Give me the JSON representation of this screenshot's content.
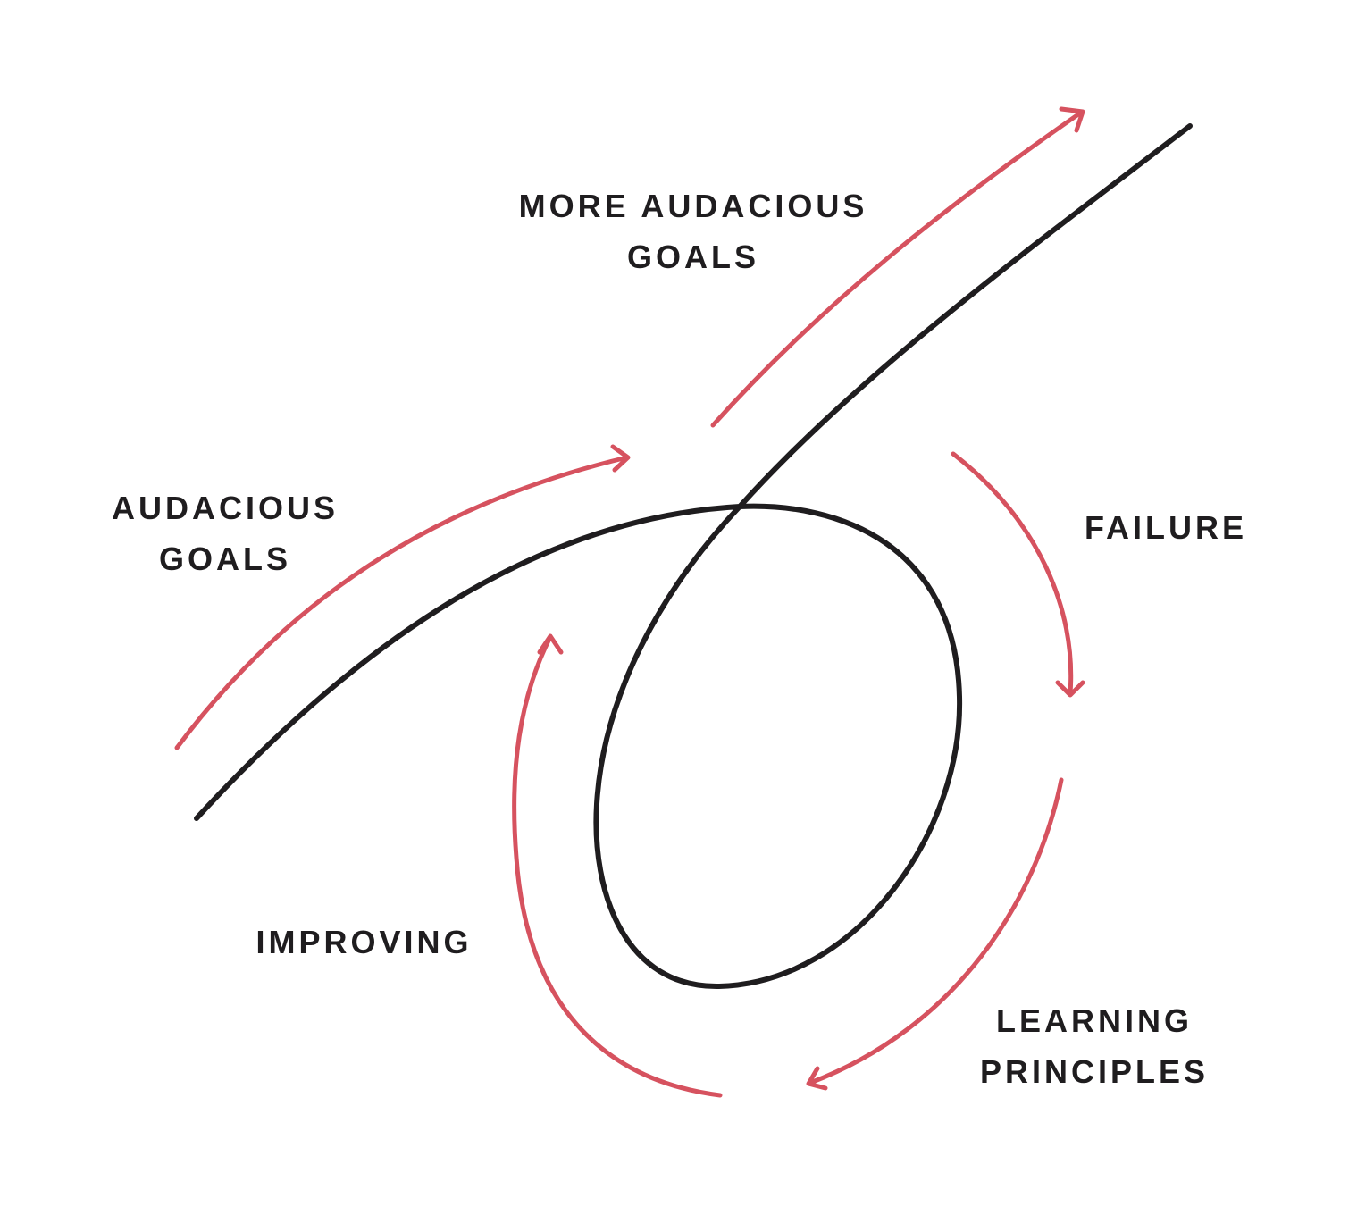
{
  "colors": {
    "background": "#ffffff",
    "curve": "#1f1d1f",
    "arrow": "#d6525f",
    "text": "#1f1d1f"
  },
  "labels": {
    "more_audacious_goals": {
      "line1": "MORE AUDACIOUS",
      "line2": "GOALS"
    },
    "audacious_goals": {
      "line1": "AUDACIOUS",
      "line2": "GOALS"
    },
    "failure": {
      "line1": "FAILURE"
    },
    "learning_principles": {
      "line1": "LEARNING",
      "line2": "PRINCIPLES"
    },
    "improving": {
      "line1": "IMPROVING"
    }
  }
}
